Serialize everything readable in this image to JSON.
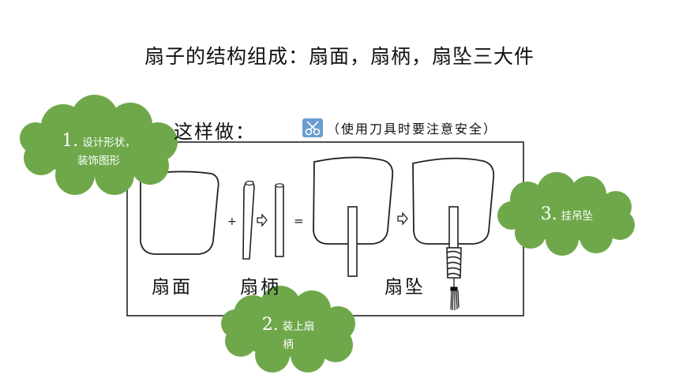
{
  "title": "扇子的结构组成：扇面，扇柄，扇坠三大件",
  "instruction": {
    "heading": "这样做：",
    "safety_note": "（使用刀具时要注意安全）",
    "safety_icon": "scissors-icon"
  },
  "parts": {
    "face": "扇面",
    "handle": "扇柄",
    "pendant": "扇坠"
  },
  "operators": {
    "plus": "+",
    "equals": "="
  },
  "steps": [
    {
      "number": "1.",
      "line1": "设计形状，",
      "line2": "装饰图形"
    },
    {
      "number": "2.",
      "line1": "装上扇",
      "line2": "柄"
    },
    {
      "number": "3.",
      "line1": "挂吊坠",
      "line2": ""
    }
  ],
  "colors": {
    "cloud": "#6fa84a",
    "ink": "#222222",
    "icon_bg": "#6b9ccf"
  }
}
